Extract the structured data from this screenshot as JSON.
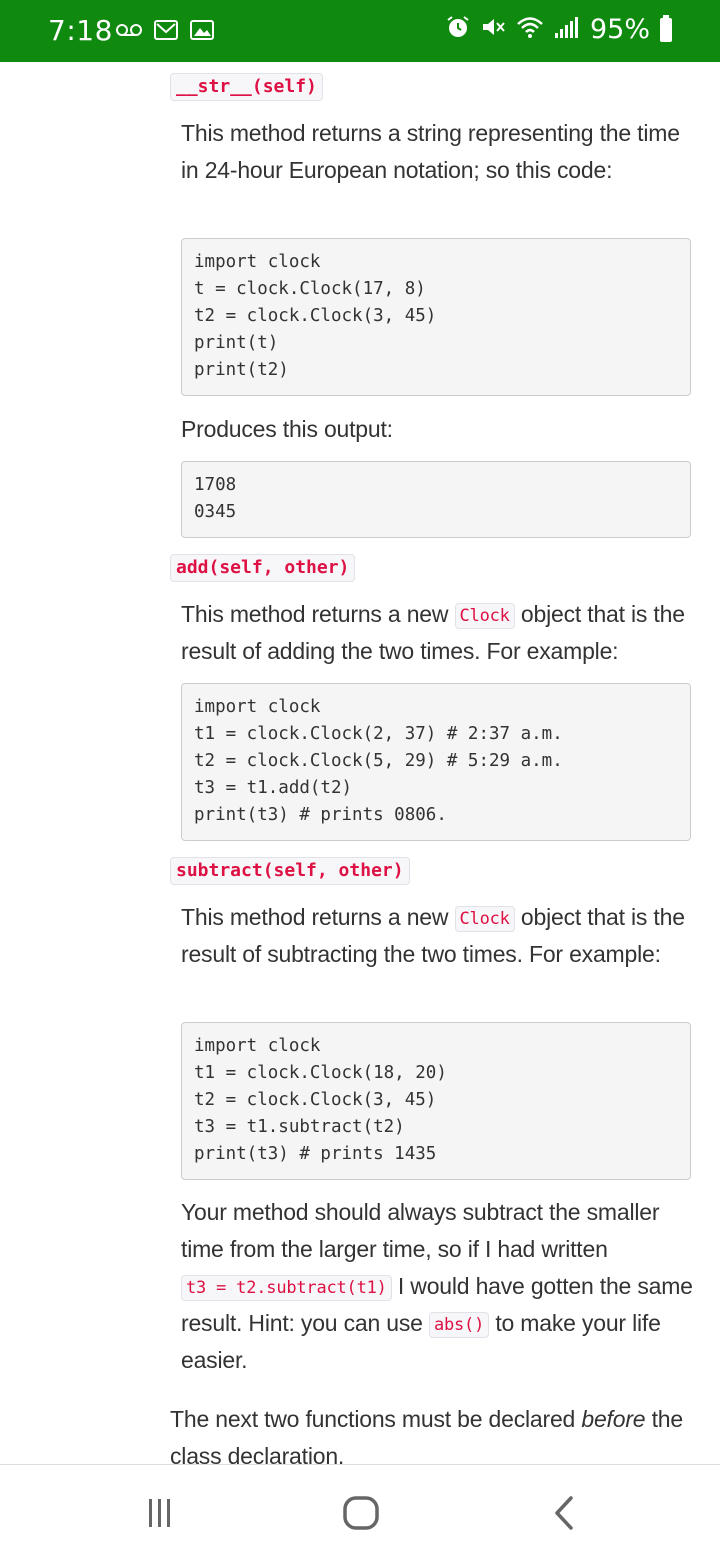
{
  "status_bar": {
    "time": "7:18",
    "battery": "95%",
    "left_icons": [
      "voicemail-icon",
      "gmail-icon",
      "gallery-icon"
    ],
    "right_icons": [
      "alarm-icon",
      "mute-icon",
      "wifi-icon",
      "signal-icon",
      "battery-icon"
    ]
  },
  "sections": {
    "str": {
      "signature": "__str__(self)",
      "description": "This method returns a string representing the time in 24-hour European notation; so this code:",
      "code": [
        "import clock",
        "t = clock.Clock(17, 8)",
        "t2 = clock.Clock(3, 45)",
        "print(t)",
        "print(t2)"
      ],
      "output_label": "Produces this output:",
      "output": [
        "1708",
        "0345"
      ]
    },
    "add": {
      "signature": "add(self, other)",
      "desc_before": "This method returns a new",
      "desc_code": "Clock",
      "desc_after": "object that is the result of adding the two times. For example:",
      "code": [
        "import clock",
        "t1 = clock.Clock(2, 37) # 2:37 a.m.",
        "t2 = clock.Clock(5, 29) # 5:29 a.m.",
        "t3 = t1.add(t2)",
        "print(t3) # prints 0806."
      ]
    },
    "subtract": {
      "signature": "subtract(self, other)",
      "desc_before": "This method returns a new",
      "desc_code": "Clock",
      "desc_after": "object that is the result of subtracting the two times. For example:",
      "code": [
        "import clock",
        "t1 = clock.Clock(18, 20)",
        "t2 = clock.Clock(3, 45)",
        "t3 = t1.subtract(t2)",
        "print(t3) # prints 1435"
      ],
      "note_before": "Your method should always subtract the smaller time from the larger time, so if I had written",
      "note_code1": "t3 = t2.subtract(t1)",
      "note_middle": "I would have gotten the same result. Hint: you can use",
      "note_code2": "abs()",
      "note_after": "to make your life easier."
    }
  },
  "closing": {
    "before": "The next two functions must be declared",
    "emphasis": "before",
    "after": "the class declaration."
  },
  "nav_bar": {
    "buttons": [
      "recent-apps-icon",
      "home-icon",
      "back-icon"
    ]
  },
  "colors": {
    "status_bar": "#0f8a0f",
    "code_accent": "#dd1144",
    "code_background": "#f5f5f5"
  }
}
